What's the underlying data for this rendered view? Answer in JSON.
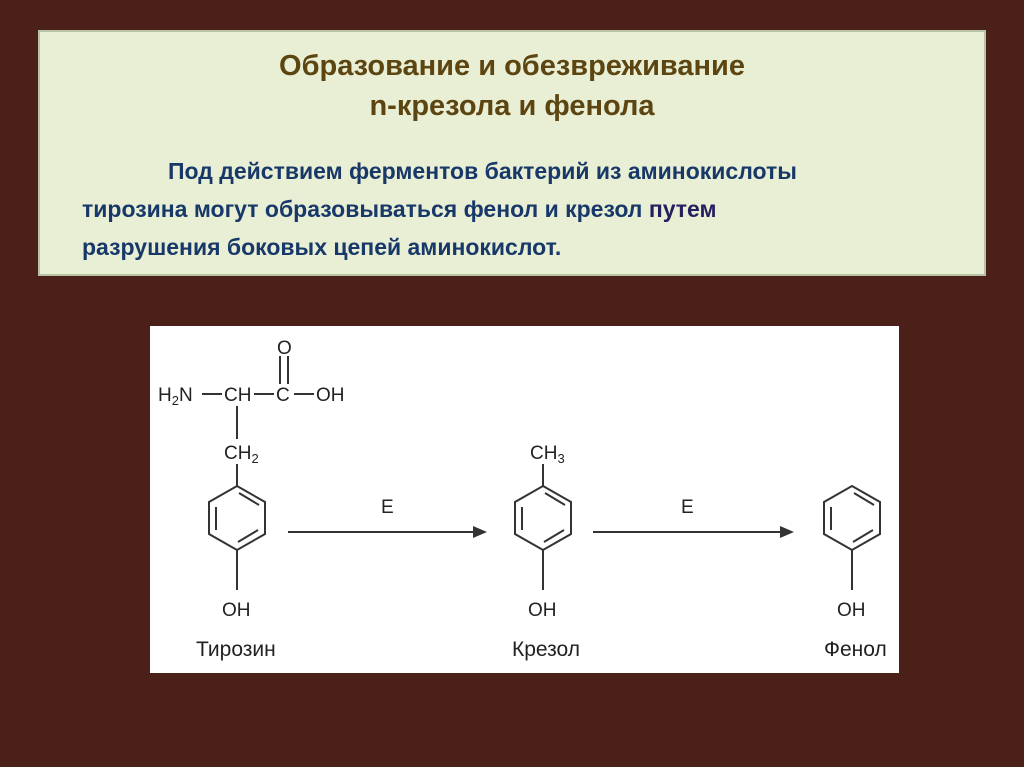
{
  "slide": {
    "title_line1": "Образование и обезвреживание",
    "title_line2": "n-крезола и фенола",
    "desc_line1": "Под действием ферментов бактерий из аминокислоты",
    "desc_line2a": "тирозина могут образовываться фенол и крезол ",
    "desc_line2b": "путем",
    "desc_line3": "разрушения боковых цепей аминокислот."
  },
  "diagram": {
    "tyrosine": {
      "name": "Тирозин",
      "H2N": "H",
      "H2N_sub": "2",
      "H2N_N": "N",
      "CH": "CH",
      "C": "C",
      "OH_acid": "OH",
      "O": "O",
      "CH2": "CH",
      "CH2_sub": "2",
      "OH": "OH"
    },
    "arrow1_label": "E",
    "cresol": {
      "name": "Крезол",
      "CH3": "CH",
      "CH3_sub": "3",
      "OH": "OH"
    },
    "arrow2_label": "E",
    "phenol": {
      "name": "Фенол",
      "OH": "OH"
    }
  },
  "colors": {
    "background": "#4a2019",
    "panel": "#e9efd5",
    "title": "#5c4511",
    "text": "#173868"
  }
}
